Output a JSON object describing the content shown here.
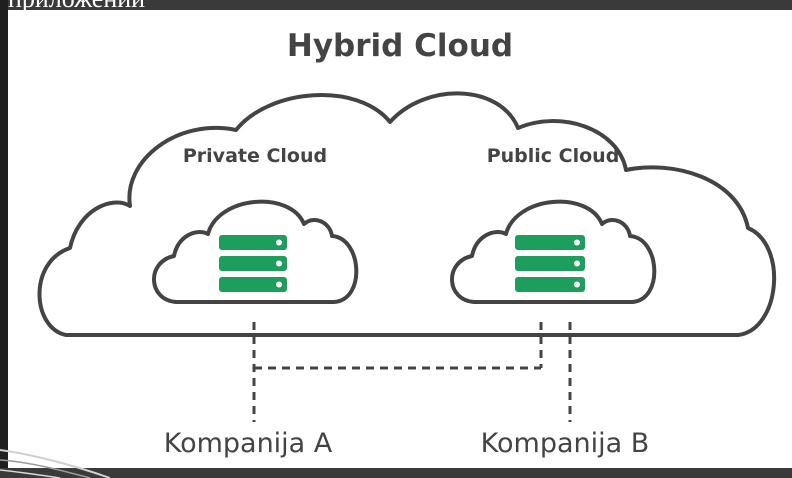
{
  "top_caption": "приложений",
  "diagram": {
    "title": "Hybrid Cloud",
    "private_cloud_label": "Private Cloud",
    "public_cloud_label": "Public Cloud",
    "company_a_label": "Kompanija A",
    "company_b_label": "Kompanija B",
    "server_icon_color": "#1e9e5c",
    "outline_color": "#444444"
  }
}
